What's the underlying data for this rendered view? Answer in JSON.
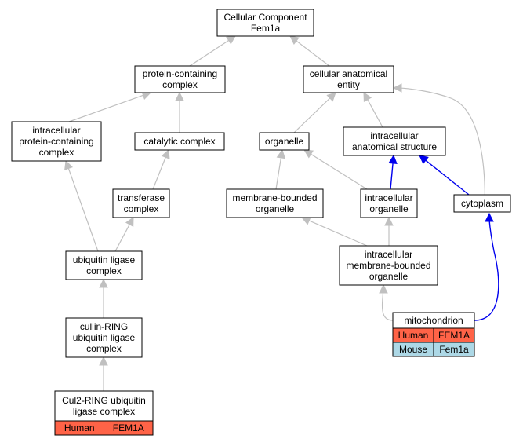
{
  "colors": {
    "human": "#ff6347",
    "mouse": "#add8e6",
    "edge_default": "#c0c0c0",
    "edge_highlight": "#0000ee"
  },
  "nodes": {
    "root": [
      "Cellular Component",
      "Fem1a"
    ],
    "pcc": [
      "protein-containing",
      "complex"
    ],
    "cae": [
      "cellular anatomical",
      "entity"
    ],
    "ipcc": [
      "intracellular",
      "protein-containing",
      "complex"
    ],
    "catc": [
      "catalytic complex"
    ],
    "org": [
      "organelle"
    ],
    "ias": [
      "intracellular",
      "anatomical structure"
    ],
    "trc": [
      "transferase",
      "complex"
    ],
    "mbo": [
      "membrane-bounded",
      "organelle"
    ],
    "io": [
      "intracellular",
      "organelle"
    ],
    "cyto": [
      "cytoplasm"
    ],
    "ulc": [
      "ubiquitin ligase",
      "complex"
    ],
    "imbo": [
      "intracellular",
      "membrane-bounded",
      "organelle"
    ],
    "mito": [
      "mitochondrion"
    ],
    "crul": [
      "cullin-RING",
      "ubiquitin ligase",
      "complex"
    ],
    "cul2": [
      "Cul2-RING ubiquitin",
      "ligase complex"
    ]
  },
  "annotations": {
    "mito": [
      {
        "species": "Human",
        "gene": "FEM1A"
      },
      {
        "species": "Mouse",
        "gene": "Fem1a"
      }
    ],
    "cul2": [
      {
        "species": "Human",
        "gene": "FEM1A"
      }
    ]
  }
}
